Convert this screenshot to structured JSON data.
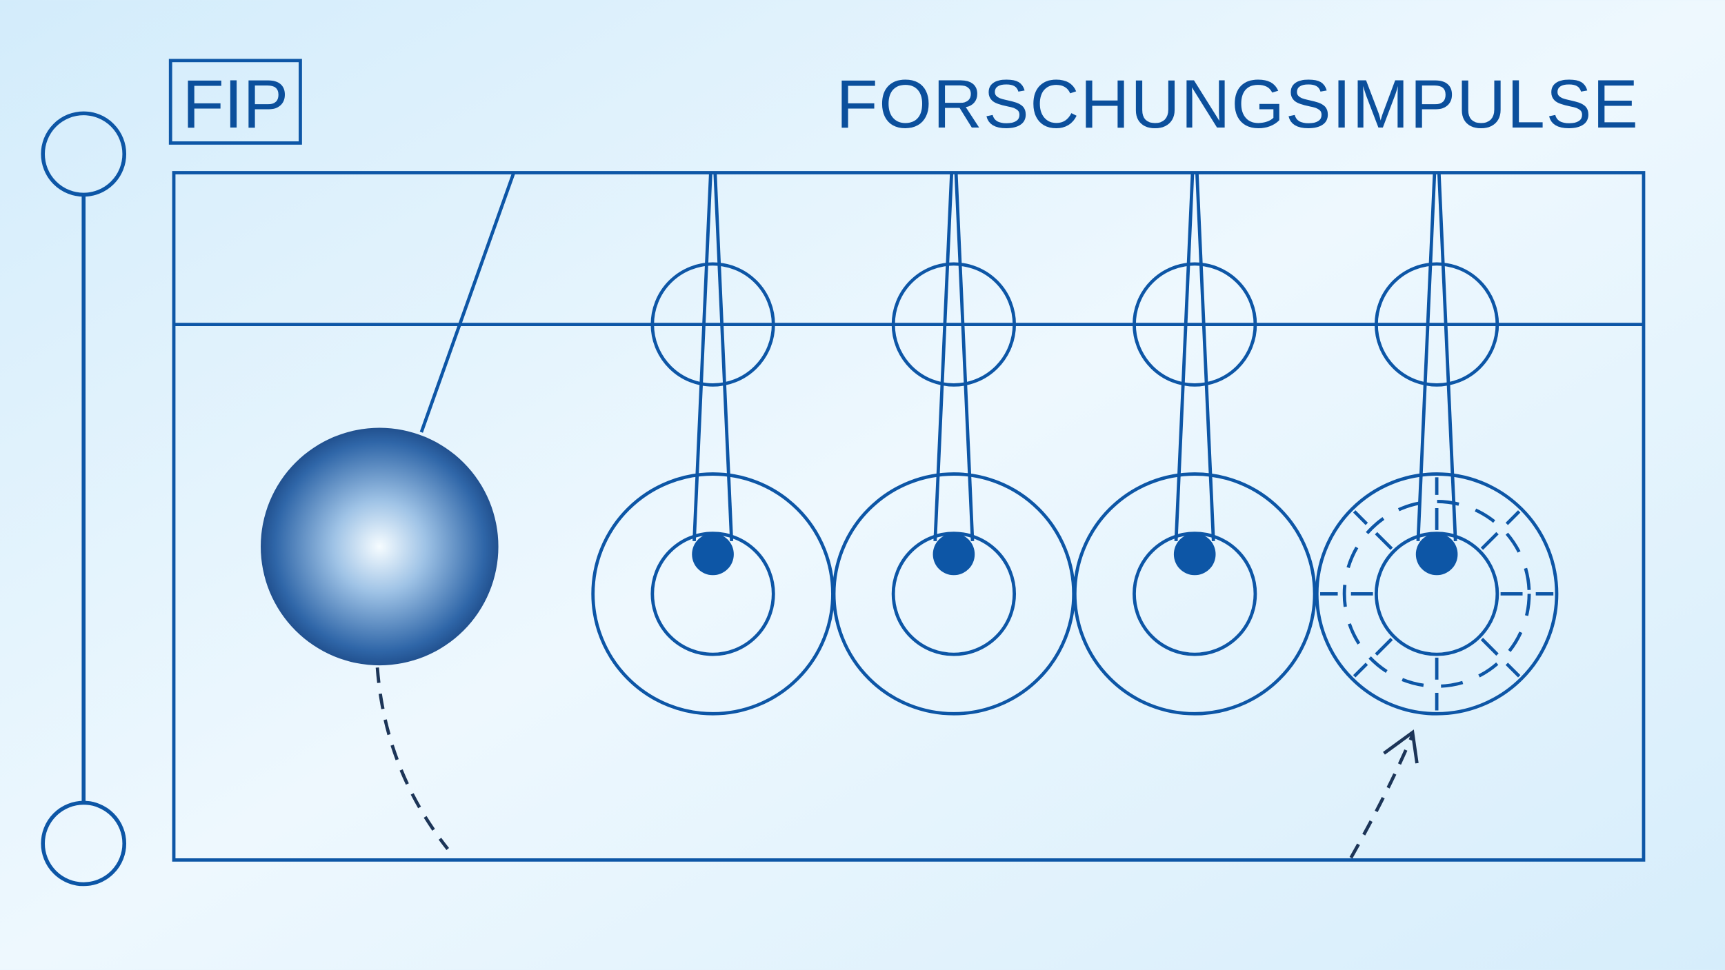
{
  "logo": {
    "abbreviation": "FIP"
  },
  "title": "FORSCHUNGSIMPULSE",
  "colors": {
    "line": "#0d56a6",
    "text": "#0b4f9c",
    "dashed": "#1c3558",
    "background_light": "#eef8fe",
    "background_dark": "#cfe9fa",
    "ball_highlight": "#f4fbff",
    "ball_shadow": "#1a4a8c"
  },
  "pendulum_count": 4
}
